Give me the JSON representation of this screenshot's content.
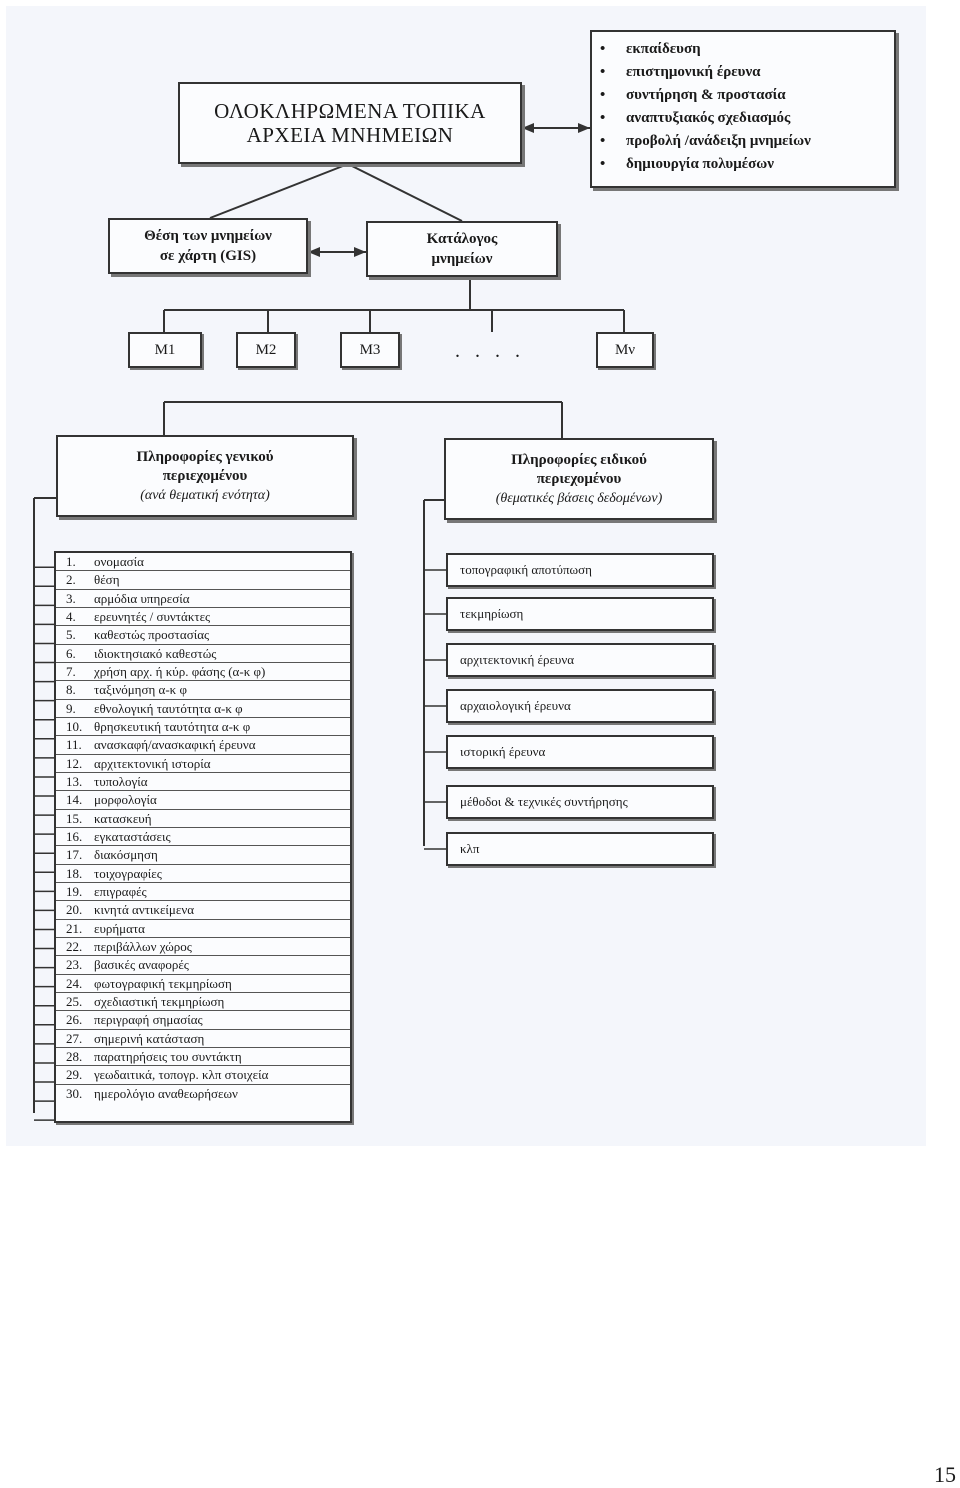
{
  "title": {
    "line1": "ΟΛΟΚΛΗΡΩΜΕΝΑ ΤΟΠΙΚΑ",
    "line2": "ΑΡΧΕΙΑ ΜΝΗΜΕΙΩΝ"
  },
  "goals": [
    "εκπαίδευση",
    "επιστημονική έρευνα",
    "συντήρηση & προστασία",
    "αναπτυξιακός σχεδιασμός",
    "προβολή /ανάδειξη μνημείων",
    "δημιουργία πολυμέσων"
  ],
  "gis": {
    "line1": "Θέση των μνημείων",
    "line2": "σε χάρτη (GIS)"
  },
  "catalog": {
    "line1": "Κατάλογος",
    "line2": "μνημείων"
  },
  "monuments": [
    "Μ1",
    "Μ2",
    "Μ3",
    "Μν"
  ],
  "dots": ". . . .",
  "general": {
    "line1": "Πληροφορίες γενικού",
    "line2": "περιεχομένου",
    "line3": "(ανά θεματική ενότητα)",
    "items": [
      {
        "num": "1.",
        "text": "ονομασία"
      },
      {
        "num": "2.",
        "text": "θέση"
      },
      {
        "num": "3.",
        "text": "αρμόδια υπηρεσία"
      },
      {
        "num": "4.",
        "text": "ερευνητές / συντάκτες"
      },
      {
        "num": "5.",
        "text": "καθεστώς προστασίας"
      },
      {
        "num": "6.",
        "text": "ιδιοκτησιακό καθεστώς"
      },
      {
        "num": "7.",
        "text": "χρήση αρχ. ή κύρ. φάσης (α-κ φ)"
      },
      {
        "num": "8.",
        "text": "ταξινόμηση α-κ φ"
      },
      {
        "num": "9.",
        "text": "εθνολογική ταυτότητα α-κ φ"
      },
      {
        "num": "10.",
        "text": "θρησκευτική ταυτότητα α-κ φ"
      },
      {
        "num": "11.",
        "text": "ανασκαφή/ανασκαφική έρευνα"
      },
      {
        "num": "12.",
        "text": "αρχιτεκτονική ιστορία"
      },
      {
        "num": "13.",
        "text": "τυπολογία"
      },
      {
        "num": "14.",
        "text": "μορφολογία"
      },
      {
        "num": "15.",
        "text": "κατασκευή"
      },
      {
        "num": "16.",
        "text": "εγκαταστάσεις"
      },
      {
        "num": "17.",
        "text": "διακόσμηση"
      },
      {
        "num": "18.",
        "text": "τοιχογραφίες"
      },
      {
        "num": "19.",
        "text": "επιγραφές"
      },
      {
        "num": "20.",
        "text": "κινητά αντικείμενα"
      },
      {
        "num": "21.",
        "text": "ευρήματα"
      },
      {
        "num": "22.",
        "text": "περιβάλλων χώρος"
      },
      {
        "num": "23.",
        "text": "βασικές αναφορές"
      },
      {
        "num": "24.",
        "text": "φωτογραφική τεκμηρίωση"
      },
      {
        "num": "25.",
        "text": "σχεδιαστική τεκμηρίωση"
      },
      {
        "num": "26.",
        "text": "περιγραφή σημασίας"
      },
      {
        "num": "27.",
        "text": "σημερινή κατάσταση"
      },
      {
        "num": "28.",
        "text": "παρατηρήσεις του συντάκτη"
      },
      {
        "num": "29.",
        "text": "γεωδαιτικά, τοπογρ. κλπ στοιχεία"
      },
      {
        "num": "30.",
        "text": "ημερολόγιο αναθεωρήσεων"
      }
    ]
  },
  "specific": {
    "line1": "Πληροφορίες ειδικού",
    "line2": "περιεχομένου",
    "line3": "(θεματικές βάσεις δεδομένων)",
    "items": [
      "τοπογραφική αποτύπωση",
      "τεκμηρίωση",
      "αρχιτεκτονική έρευνα",
      "αρχαιολογική έρευνα",
      "ιστορική έρευνα",
      "μέθοδοι & τεχνικές συντήρησης",
      "κλπ"
    ]
  },
  "page_number": "15"
}
